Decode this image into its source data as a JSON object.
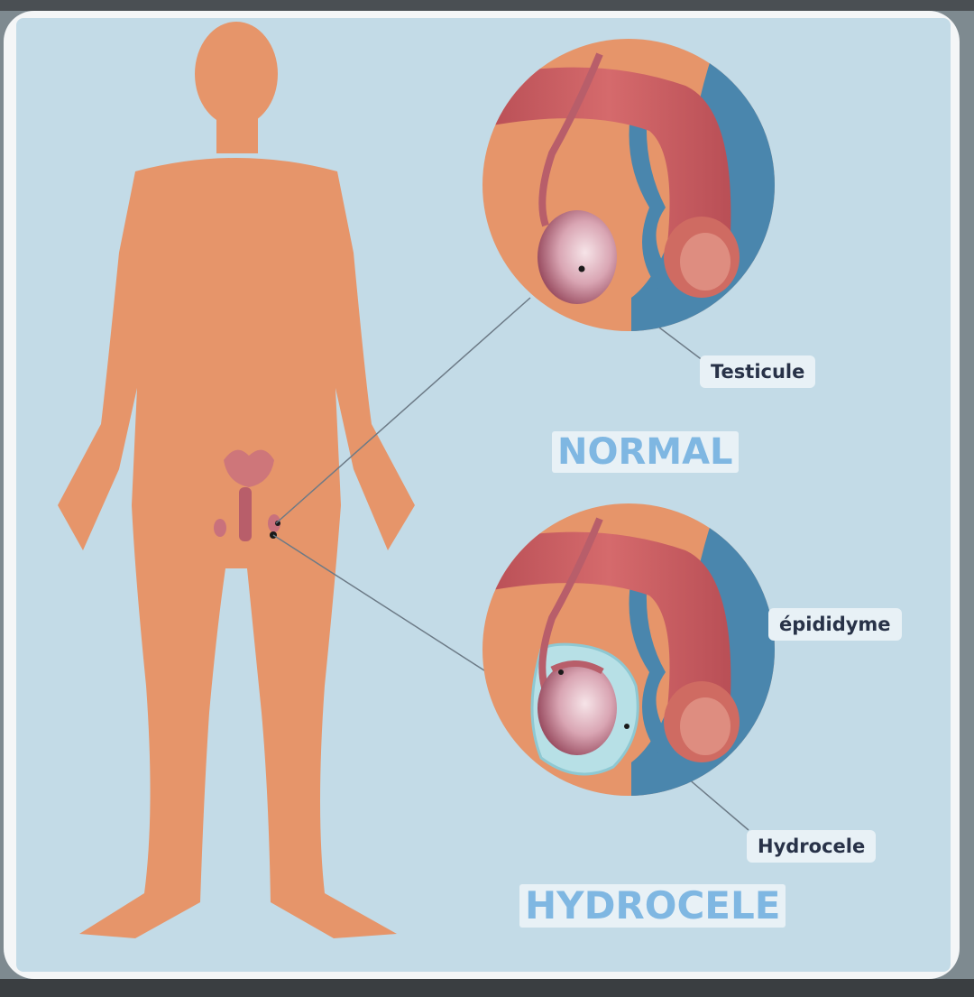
{
  "labels": {
    "testicule": "Testicule",
    "epididyme": "épididyme",
    "hydrocele": "Hydrocele"
  },
  "headings": {
    "normal": "NORMAL",
    "hydrocele": "HYDROCELE"
  },
  "colors": {
    "background": "#c3dbe7",
    "skin": "#e6956a",
    "fluid": "#4a86ad",
    "heading_text": "#7fb7e2",
    "label_text": "#283248"
  }
}
